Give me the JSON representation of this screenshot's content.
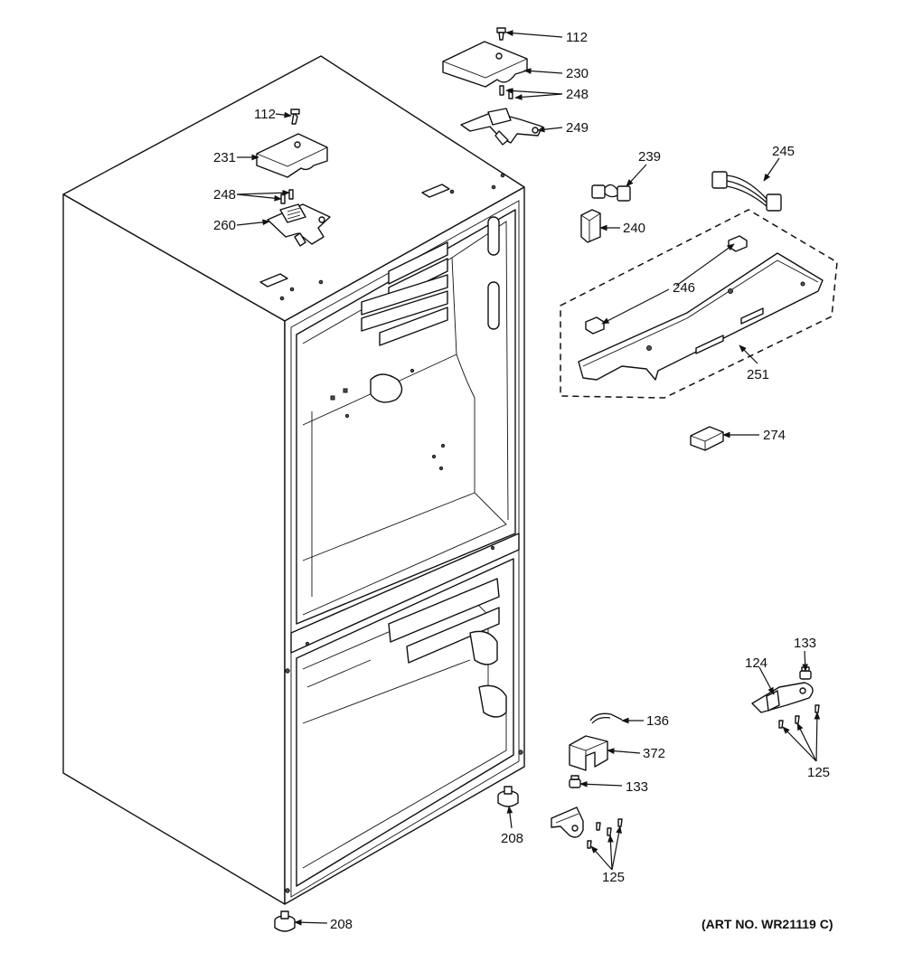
{
  "diagram": {
    "callouts": {
      "c112a": "112",
      "c230": "230",
      "c248a": "248",
      "c249": "249",
      "c112b": "112",
      "c231": "231",
      "c248b": "248",
      "c260": "260",
      "c239": "239",
      "c245": "245",
      "c240": "240",
      "c246": "246",
      "c251": "251",
      "c274": "274",
      "c133a": "133",
      "c124": "124",
      "c125a": "125",
      "c136": "136",
      "c372": "372",
      "c133b": "133",
      "c208a": "208",
      "c125b": "125",
      "c208b": "208"
    },
    "art_number": "(ART NO. WR21119 C)"
  }
}
